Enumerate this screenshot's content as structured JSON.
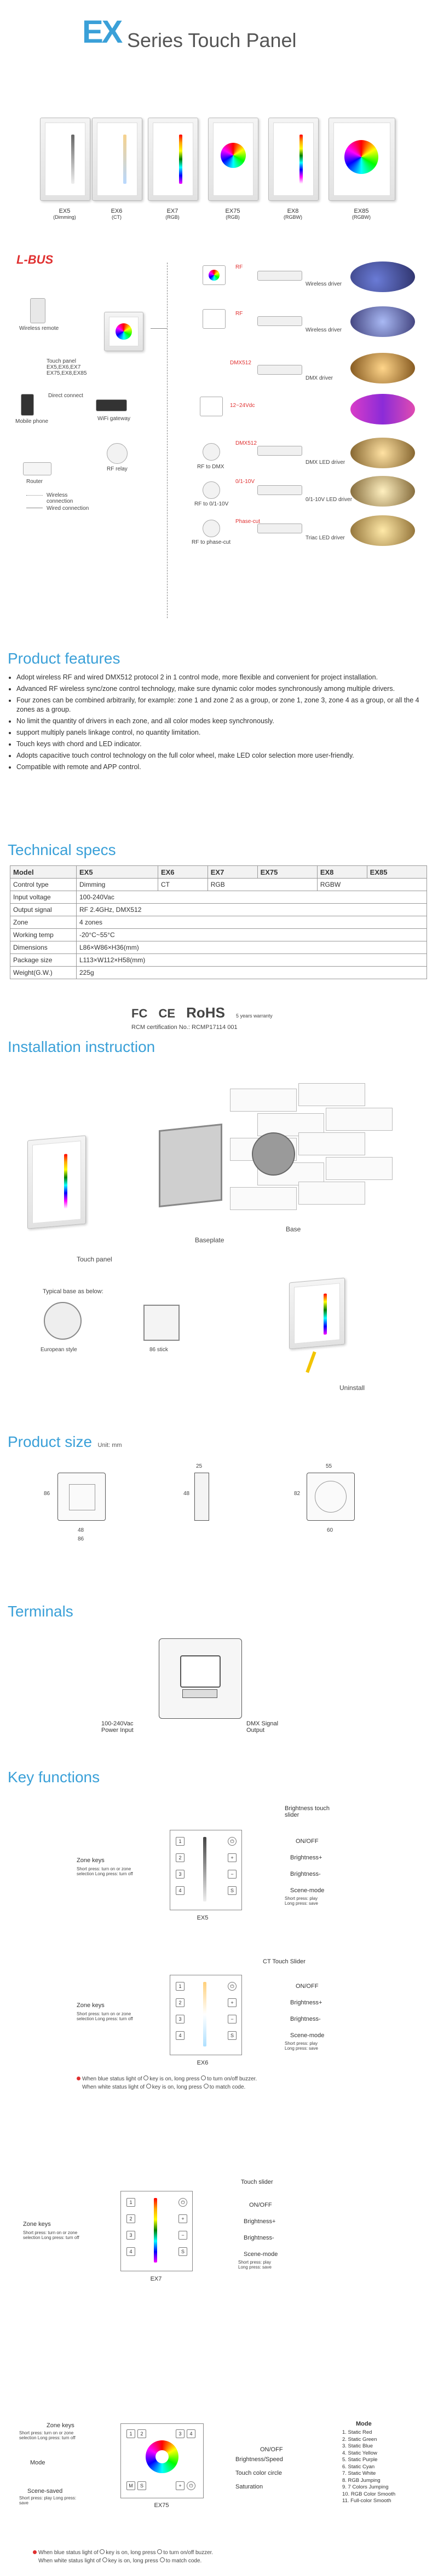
{
  "header": {
    "logo_letters": "EX",
    "title": "Series Touch Panel"
  },
  "products": [
    {
      "name": "EX5",
      "sub": "(Dimming)"
    },
    {
      "name": "EX6",
      "sub": "(CT)"
    },
    {
      "name": "EX7",
      "sub": "(RGB)"
    },
    {
      "name": "EX75",
      "sub": "(RGB)"
    },
    {
      "name": "EX8",
      "sub": "(RGBW)"
    },
    {
      "name": "EX85",
      "sub": "(RGBW)"
    }
  ],
  "system": {
    "brand": "L-BUS",
    "wireless_remote": "Wireless remote",
    "touch_panel": "Touch panel",
    "touch_panel_models": "EX5,EX6,EX7",
    "touch_panel_models2": "EX75,EX8,EX85",
    "direct_connect": "Direct connect",
    "mobile_phone": "Mobile phone",
    "wifi_gateway": "WiFi gateway",
    "rf_relay": "RF relay",
    "router": "Router",
    "legend_wireless": "Wireless connection",
    "legend_wired": "Wired connection",
    "drivers": [
      {
        "tag": "RF",
        "name": "Wireless driver"
      },
      {
        "tag": "RF",
        "name": "Wireless driver"
      },
      {
        "tag": "DMX512",
        "name": "DMX driver"
      },
      {
        "tag": "12~24Vdc",
        "name": ""
      },
      {
        "tag": "DMX512",
        "name": "DMX LED driver"
      },
      {
        "tag": "0/1-10V",
        "name": "0/1-10V LED driver"
      },
      {
        "tag": "Phase-cut",
        "name": "Triac LED driver"
      }
    ],
    "rf_to_dmx": "RF to DMX",
    "rf_to_010": "RF to 0/1-10V",
    "rf_to_phase": "RF to phase-cut"
  },
  "features": {
    "title": "Product features",
    "items": [
      "Adopt wireless RF and wired DMX512 protocol 2 in 1 control mode, more flexible and convenient for project installation.",
      "Advanced RF wireless sync/zone control technology, make sure dynamic color modes synchronously among multiple drivers.",
      "Four zones can be combined arbitrarily, for example: zone 1 and zone 2 as a group, or zone 1, zone 3, zone 4 as a group, or all the 4 zones as a group.",
      "No limit the quantity of drivers in each zone, and all color modes keep synchronously.",
      "support multiply panels linkage control, no quantity limitation.",
      "Touch keys with chord and LED indicator.",
      "Adopts capacitive touch control technology on the full color wheel, make LED color selection more user-friendly.",
      "Compatible with remote and APP control."
    ]
  },
  "specs": {
    "title": "Technical specs",
    "header": [
      "Model",
      "EX5",
      "EX6",
      "EX7",
      "EX75",
      "EX8",
      "EX85"
    ],
    "rows": [
      {
        "label": "Control type",
        "cells": [
          "Dimming",
          "CT",
          "RGB",
          "",
          "RGBW",
          ""
        ]
      },
      {
        "label": "Input voltage",
        "value": "100-240Vac"
      },
      {
        "label": "Output signal",
        "value": "RF 2.4GHz, DMX512"
      },
      {
        "label": "Zone",
        "value": "4 zones"
      },
      {
        "label": "Working temp",
        "value": "-20°C~55°C"
      },
      {
        "label": "Dimensions",
        "value": "L86×W86×H36(mm)"
      },
      {
        "label": "Package size",
        "value": "L113×W112×H58(mm)"
      },
      {
        "label": "Weight(G.W.)",
        "value": "225g"
      }
    ],
    "cert_marks": [
      "FC",
      "CE",
      "RoHS",
      "5 years warranty"
    ],
    "rcm": "RCM certification No.: RCMP17114 001"
  },
  "installation": {
    "title": "Installation instruction",
    "touch_panel": "Touch panel",
    "baseplate": "Baseplate",
    "base": "Base",
    "typical_base": "Typical base as below:",
    "european": "European style",
    "box86": "86 stick",
    "uninstall": "Uninstall"
  },
  "size": {
    "title": "Product size",
    "unit": "Unit: mm",
    "dims": [
      "86",
      "48",
      "86",
      "25",
      "48",
      "82",
      "55",
      "60"
    ]
  },
  "terminals": {
    "title": "Terminals",
    "power": "100-240Vac Power Input",
    "dmx": "DMX Signal Output"
  },
  "keys": {
    "title": "Key functions",
    "ex5": {
      "name": "EX5",
      "slider": "Brightness touch slider",
      "onoff": "ON/OFF",
      "bplus": "Brightness+",
      "bminus": "Brightness-",
      "scene": "Scene-mode",
      "scene_note": "Short press: play Long press: save",
      "zone": "Zone keys",
      "zone_note": "Short press: turn on or zone selection Long press: turn off"
    },
    "ex6": {
      "name": "EX6",
      "slider": "CT Touch Slider",
      "onoff": "ON/OFF",
      "bplus": "Brightness+",
      "bminus": "Brightness-",
      "scene": "Scene-mode",
      "scene_note": "Short press: play Long press: save",
      "zone": "Zone keys",
      "zone_note": "Short press: turn on or zone selection Long press: turn off",
      "blue_note": "When blue status light of",
      "blue_note2": "key is on, long press",
      "blue_note3": "to turn on/off buzzer.",
      "white_note": "When white status light of",
      "white_note2": "key is on, long press",
      "white_note3": "to match code."
    },
    "ex7": {
      "name": "EX7",
      "slider": "Touch slider",
      "onoff": "ON/OFF",
      "bplus": "Brightness+",
      "bminus": "Brightness-",
      "scene": "Scene-mode",
      "scene_note": "Short press: play Long press: save",
      "zone": "Zone keys",
      "zone_note": "Short press: turn on or zone selection Long press: turn off"
    },
    "ex75": {
      "name": "EX75",
      "zone": "Zone keys",
      "zone_note": "Short press: turn on or zone selection Long press: turn off",
      "mode": "Mode",
      "scene": "Scene-saved",
      "scene_note": "Short press: play Long press: save",
      "onoff": "ON/OFF",
      "bright_speed": "Brightness/Speed",
      "color_ring": "Touch color circle",
      "saturation": "Saturation",
      "blue_note": "When blue status light of",
      "blue_note2": "key is on, long press",
      "blue_note3": "to turn on/off buzzer.",
      "white_note": "When white status light of",
      "white_note2": "key is on, long press",
      "white_note3": "to match code."
    },
    "modes_title": "Mode",
    "modes": [
      "1. Static Red",
      "2. Static Green",
      "3. Static Blue",
      "4. Static Yellow",
      "5. Static Purple",
      "6. Static Cyan",
      "7. Static White",
      "8. RGB Jumping",
      "9. 7 Colors Jumping",
      "10. RGB Color Smooth",
      "11. Full-color Smooth"
    ]
  }
}
